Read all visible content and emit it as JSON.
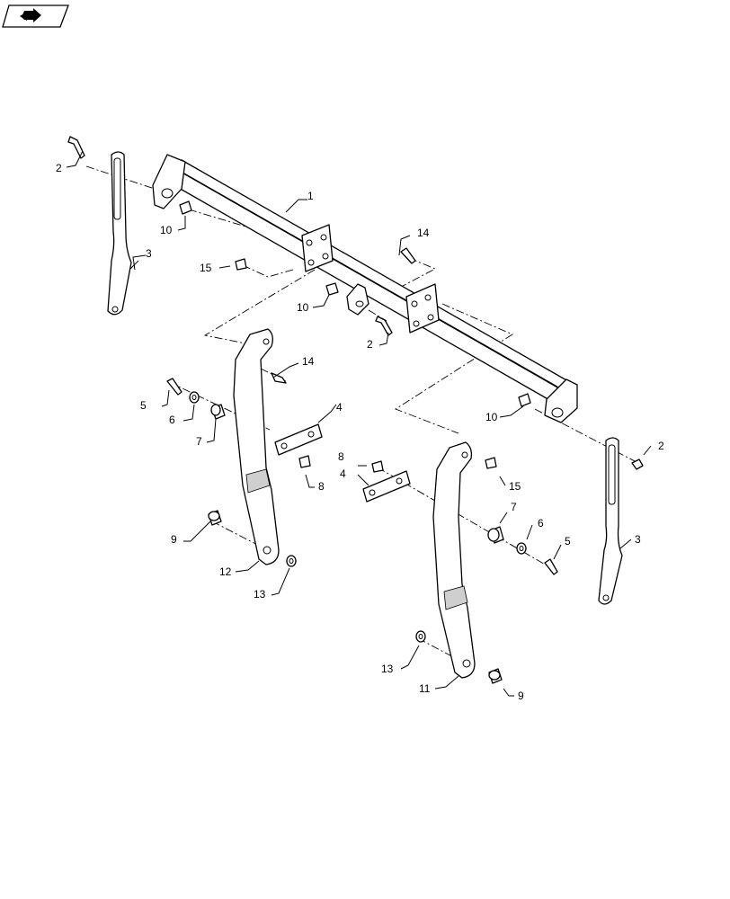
{
  "nav_icon": "arrow-next-icon",
  "callouts": [
    {
      "id": "c1",
      "label": "1"
    },
    {
      "id": "c2a",
      "label": "2"
    },
    {
      "id": "c2b",
      "label": "2"
    },
    {
      "id": "c2c",
      "label": "2"
    },
    {
      "id": "c3a",
      "label": "3"
    },
    {
      "id": "c3b",
      "label": "3"
    },
    {
      "id": "c4a",
      "label": "4"
    },
    {
      "id": "c4b",
      "label": "4"
    },
    {
      "id": "c5a",
      "label": "5"
    },
    {
      "id": "c5b",
      "label": "5"
    },
    {
      "id": "c6a",
      "label": "6"
    },
    {
      "id": "c6b",
      "label": "6"
    },
    {
      "id": "c7a",
      "label": "7"
    },
    {
      "id": "c7b",
      "label": "7"
    },
    {
      "id": "c8a",
      "label": "8"
    },
    {
      "id": "c8b",
      "label": "8"
    },
    {
      "id": "c9a",
      "label": "9"
    },
    {
      "id": "c9b",
      "label": "9"
    },
    {
      "id": "c10a",
      "label": "10"
    },
    {
      "id": "c10b",
      "label": "10"
    },
    {
      "id": "c10c",
      "label": "10"
    },
    {
      "id": "c11",
      "label": "11"
    },
    {
      "id": "c12",
      "label": "12"
    },
    {
      "id": "c13a",
      "label": "13"
    },
    {
      "id": "c13b",
      "label": "13"
    },
    {
      "id": "c14a",
      "label": "14"
    },
    {
      "id": "c14b",
      "label": "14"
    },
    {
      "id": "c15a",
      "label": "15"
    },
    {
      "id": "c15b",
      "label": "15"
    }
  ]
}
